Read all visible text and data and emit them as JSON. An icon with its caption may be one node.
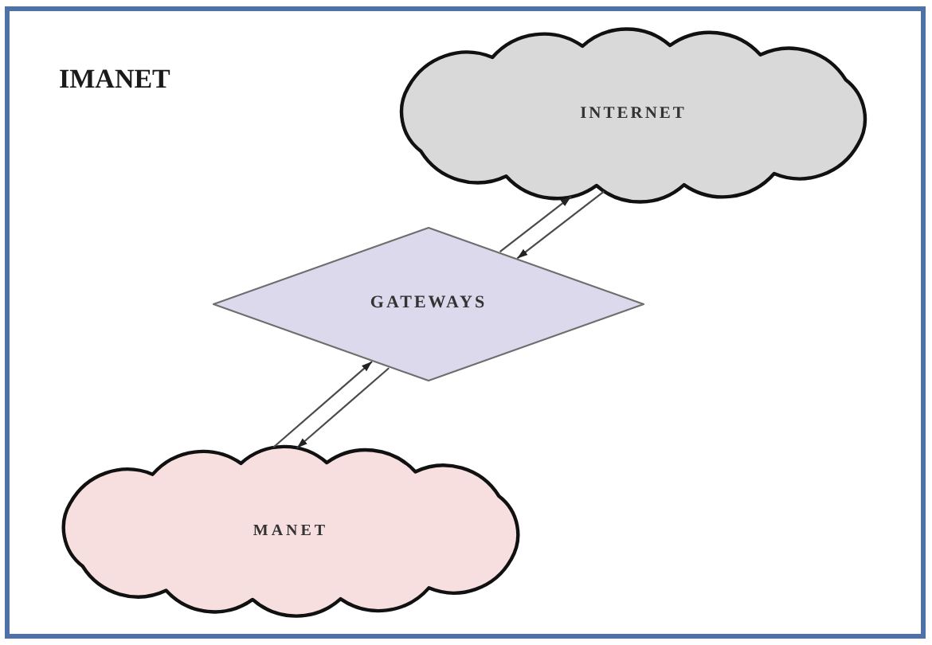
{
  "diagram": {
    "nodes": [
      {
        "text": [
          "IMANET"
        ]
      },
      {
        "text": [
          "INTERNET"
        ],
        "in": 0
      },
      {
        "text": [
          "GATEWAYS"
        ],
        "in": 0
      },
      {
        "text": [
          "MANET"
        ],
        "in": 0
      }
    ],
    "edges": [
      {
        "from": 2,
        "to": 1,
        "arrow": "to"
      },
      {
        "from": 1,
        "to": 2,
        "arrow": "to"
      },
      {
        "from": 3,
        "to": 2,
        "arrow": "to"
      },
      {
        "from": 2,
        "to": 3,
        "arrow": "to"
      }
    ]
  }
}
